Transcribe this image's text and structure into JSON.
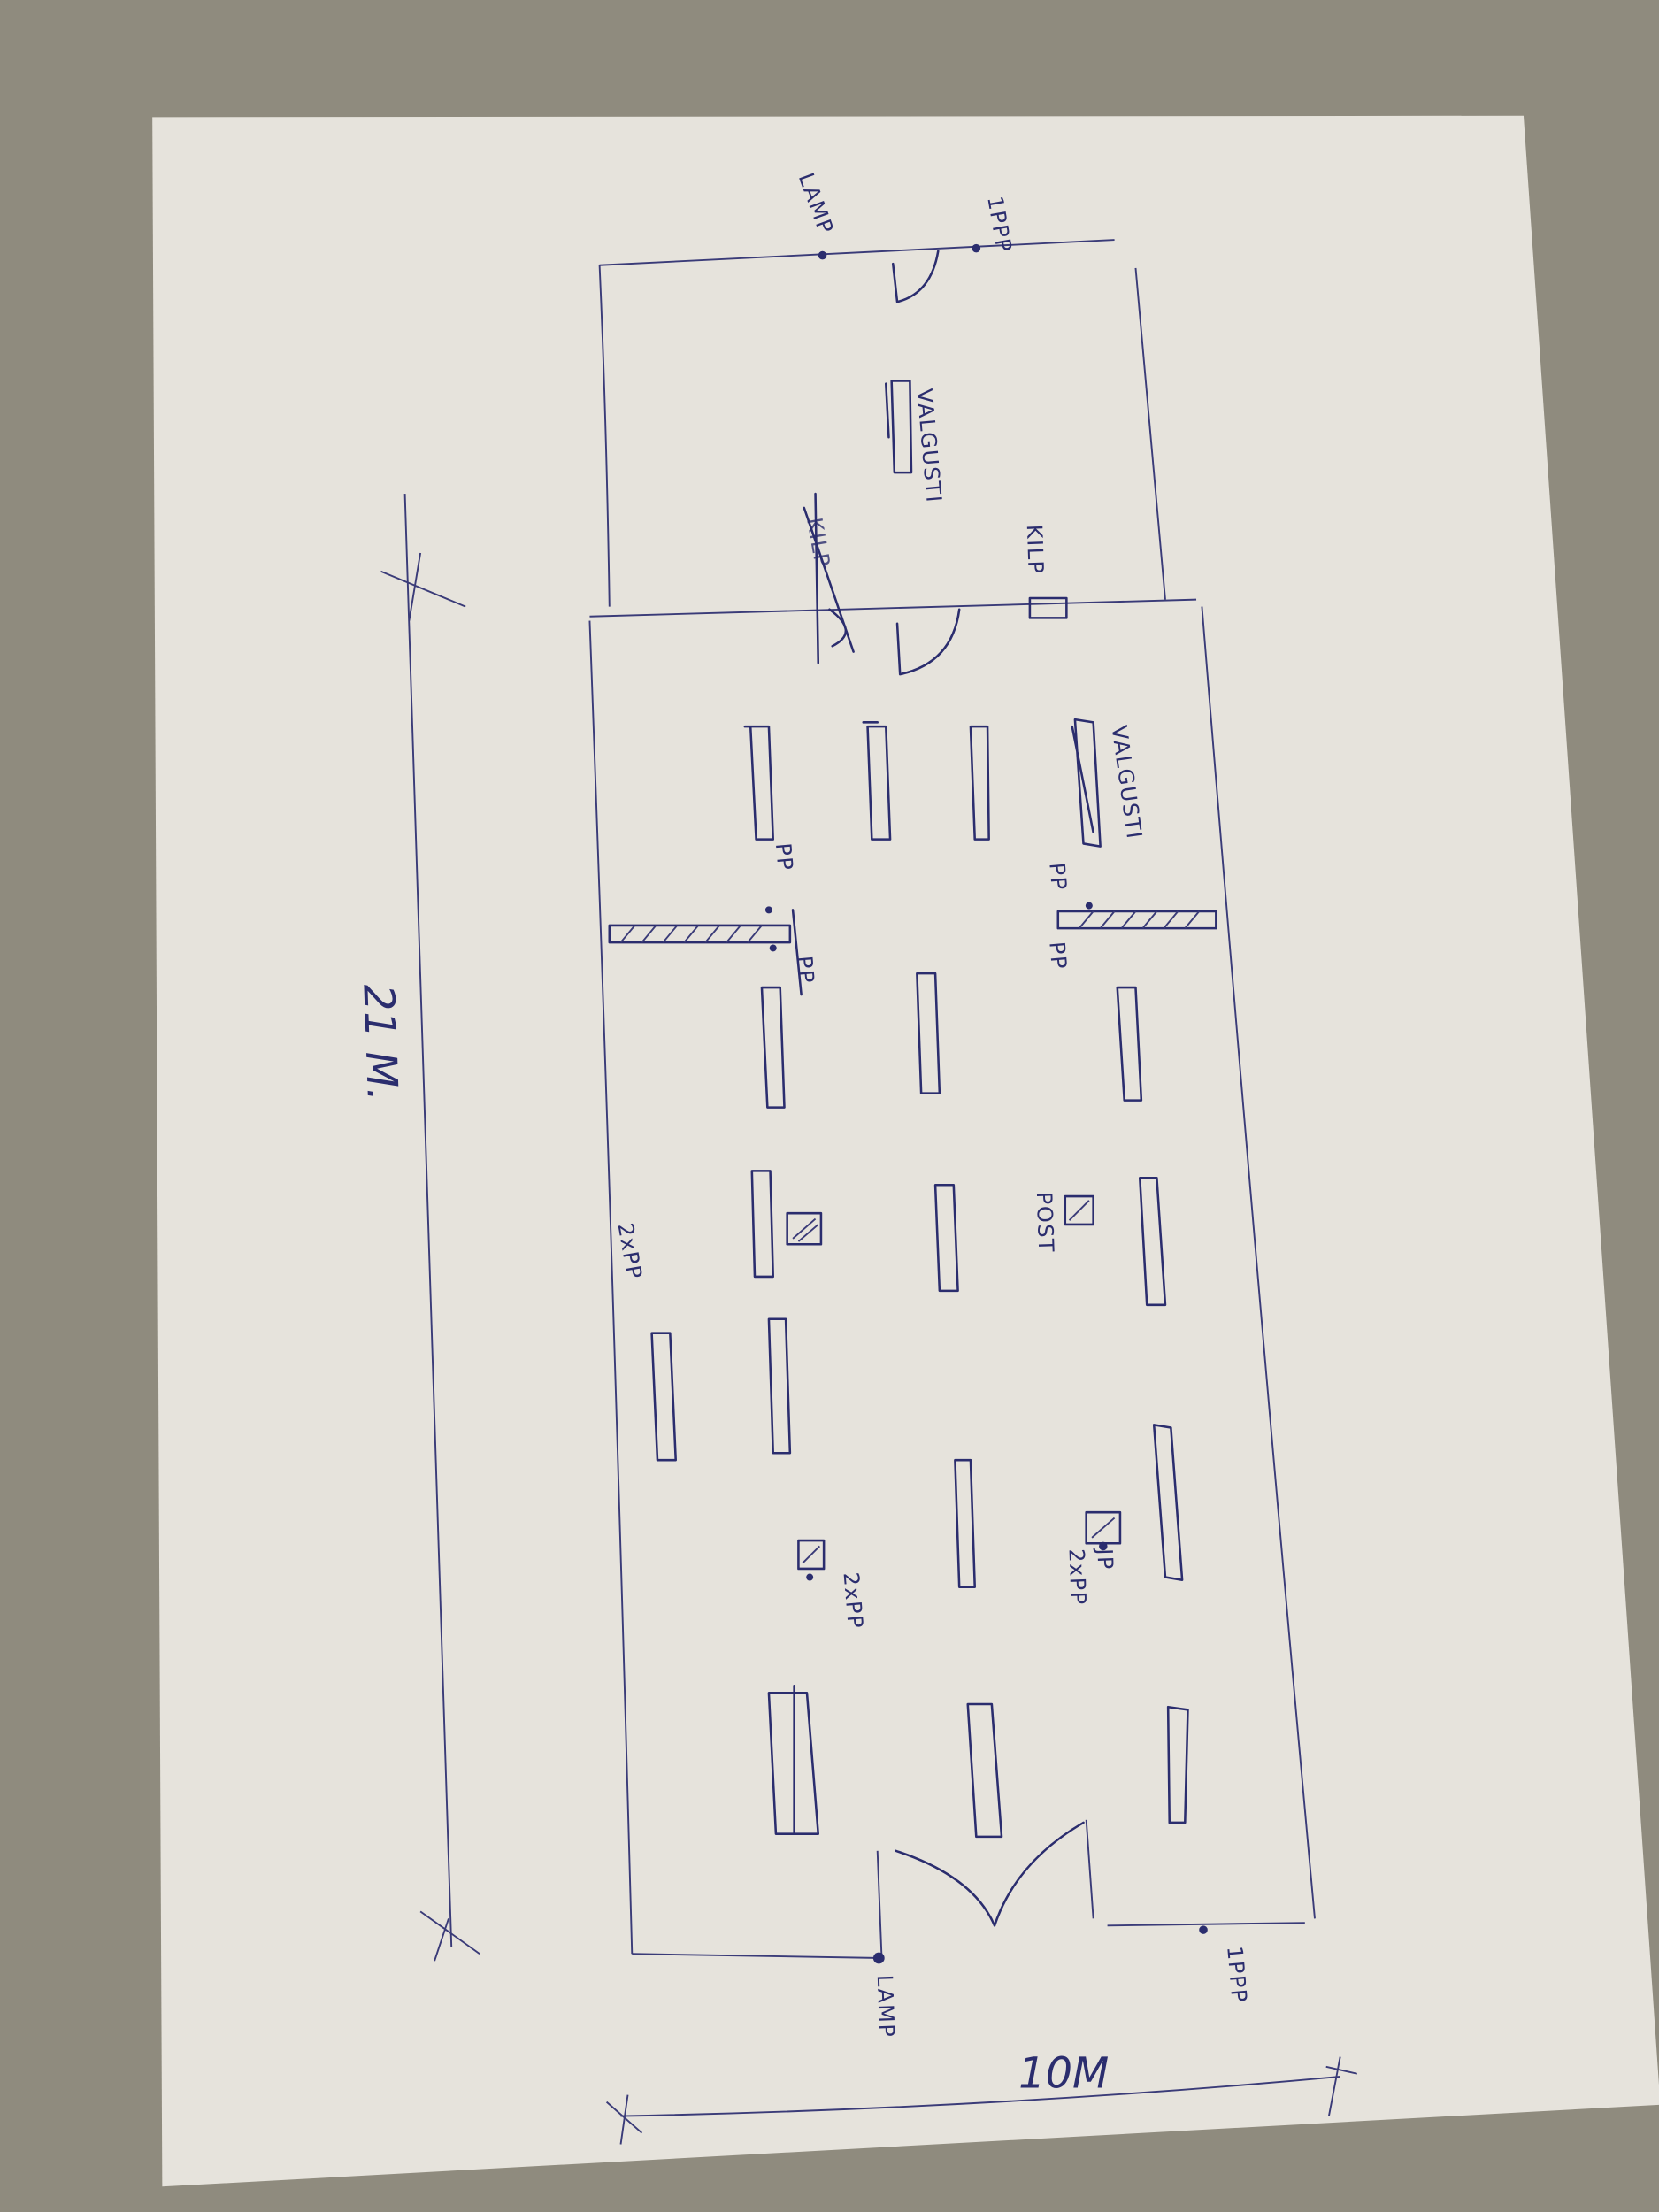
{
  "colors": {
    "paper": "#e6e3dc",
    "ink": "#2b2d6e",
    "background": "#8f8b7e"
  },
  "labels": {
    "lamp_top": "LAMP",
    "ippp_top": "1PPP",
    "valgusti_small_room": "VALGUSTI",
    "kilp": "KILP",
    "kilp_crossed": "KILP",
    "valgusti_main": "VALGUSTI",
    "pp_1": "PP",
    "pp_2": "PP",
    "pp_3": "PP",
    "pp_4": "PP",
    "post": "POST",
    "jp": "JP",
    "two_pp_right": "2xPP",
    "two_pp_middle": "2xPP",
    "two_pp_left": "2xPP",
    "length_dimension": "21 M.",
    "width_dimension": "10M",
    "lamp_bottom": "LAMP",
    "ippp_bottom": "1PPP"
  }
}
